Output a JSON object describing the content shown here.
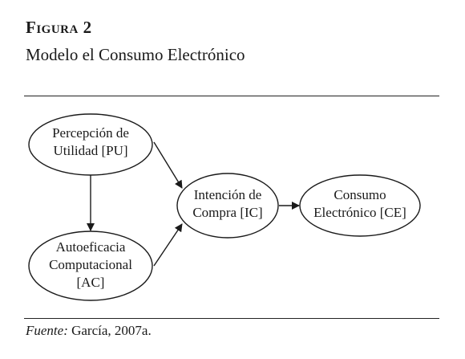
{
  "figure": {
    "label": "Figura 2",
    "title": "Modelo el Consumo Electrónico"
  },
  "diagram": {
    "nodes": [
      {
        "id": "PU",
        "lines": [
          "Percepción de",
          "Utilidad [PU]"
        ]
      },
      {
        "id": "AC",
        "lines": [
          "Autoeficacia",
          "Computacional",
          "[AC]"
        ]
      },
      {
        "id": "IC",
        "lines": [
          "Intención de",
          "Compra [IC]"
        ]
      },
      {
        "id": "CE",
        "lines": [
          "Consumo",
          "Electrónico [CE]"
        ]
      }
    ],
    "edges": [
      {
        "from": "PU",
        "to": "AC"
      },
      {
        "from": "PU",
        "to": "IC"
      },
      {
        "from": "AC",
        "to": "IC"
      },
      {
        "from": "IC",
        "to": "CE"
      }
    ]
  },
  "source": {
    "label": "Fuente:",
    "text": "García, 2007a."
  }
}
